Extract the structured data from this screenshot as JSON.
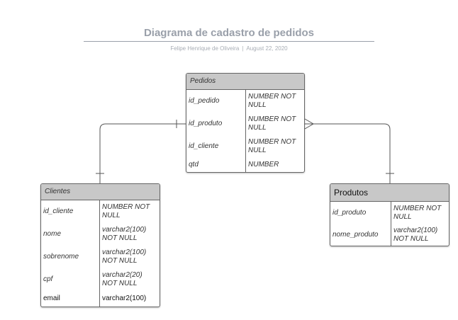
{
  "header": {
    "title": "Diagrama de cadastro de pedidos",
    "author": "Felipe Henrique de Oliveira",
    "separator": "|",
    "date": "August 22, 2020"
  },
  "entities": {
    "pedidos": {
      "name": "Pedidos",
      "columns": [
        {
          "name": "id_pedido",
          "type": "NUMBER NOT NULL"
        },
        {
          "name": "id_produto",
          "type": "NUMBER NOT NULL"
        },
        {
          "name": "id_cliente",
          "type": "NUMBER NOT NULL"
        },
        {
          "name": "qtd",
          "type": "NUMBER"
        }
      ]
    },
    "clientes": {
      "name": "Clientes",
      "columns": [
        {
          "name": "id_cliente",
          "type": "NUMBER NOT NULL"
        },
        {
          "name": "nome",
          "type": "varchar2(100) NOT NULL"
        },
        {
          "name": "sobrenome",
          "type": "varchar2(100) NOT NULL"
        },
        {
          "name": "cpf",
          "type": "varchar2(20) NOT NULL"
        },
        {
          "name": "email",
          "type": "varchar2(100)"
        }
      ]
    },
    "produtos": {
      "name": "Produtos",
      "columns": [
        {
          "name": "id_produto",
          "type": "NUMBER NOT NULL"
        },
        {
          "name": "nome_produto",
          "type": "varchar2(100) NOT NULL"
        }
      ]
    }
  }
}
